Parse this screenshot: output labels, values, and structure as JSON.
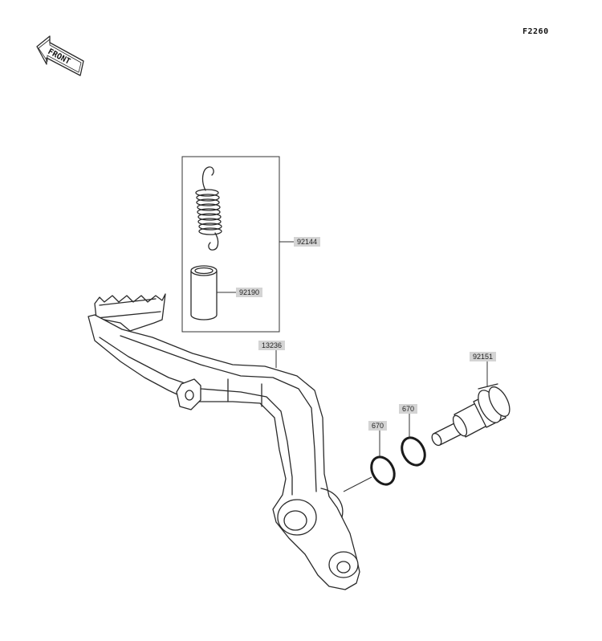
{
  "figure_code": "F2260",
  "front_arrow": {
    "icon": "front-direction-arrow-icon",
    "text": "FRONT"
  },
  "parts": [
    {
      "number": "92144",
      "name": "spring"
    },
    {
      "number": "92190",
      "name": "collar"
    },
    {
      "number": "13236",
      "name": "brake-pedal"
    },
    {
      "number": "670",
      "name": "o-ring-inner"
    },
    {
      "number": "670",
      "name": "o-ring-outer"
    },
    {
      "number": "92151",
      "name": "bolt"
    }
  ],
  "colors": {
    "line": "#2a2a2a",
    "label_bg": "#d4d4d4",
    "background": "#ffffff"
  }
}
